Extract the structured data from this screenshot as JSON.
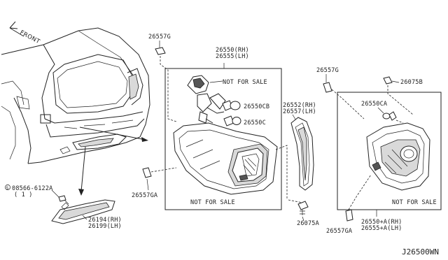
{
  "front_label": "FRONT",
  "labels": {
    "p26557g_top": "26557G",
    "p26550_rh": "26550(RH)",
    "p26555_lh": "26555(LH)",
    "not_for_sale_1": "NOT FOR SALE",
    "p26550cb": "26550CB",
    "p26550c": "26550C",
    "p26557ga_left": "26557GA",
    "not_for_sale_2": "NOT FOR SALE",
    "p26552_rh": "26552(RH)",
    "p26557_lh": "26557(LH)",
    "p26075a": "26075A",
    "p26557g_right": "26557G",
    "p26075b": "26075B",
    "p26550ca": "26550CA",
    "not_for_sale_3": "NOT FOR SALE",
    "p26557ga_right": "26557GA",
    "p26550a_rh": "26550+A(RH)",
    "p26555a_lh": "26555+A(LH)",
    "screw_code": "08566-6122A",
    "screw_qty": "( 1 )",
    "p26194_rh": "26194(RH)",
    "p26199_lh": "26199(LH)",
    "diagram_ref": "J26500WN"
  }
}
